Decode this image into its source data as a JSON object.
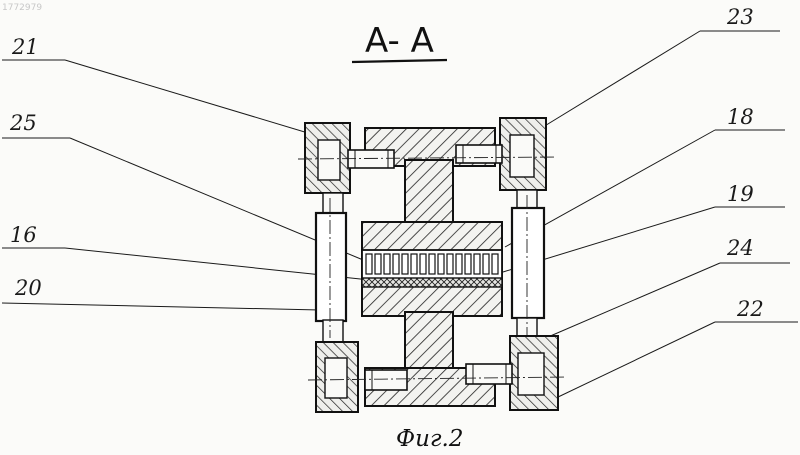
{
  "doc_ref": "1772979",
  "section_title": "A- A",
  "figure_caption": "Фиг.2",
  "labels": {
    "l21": "21",
    "l23": "23",
    "l25": "25",
    "l18": "18",
    "l16": "16",
    "l19": "19",
    "l24": "24",
    "l20": "20",
    "l22": "22"
  }
}
